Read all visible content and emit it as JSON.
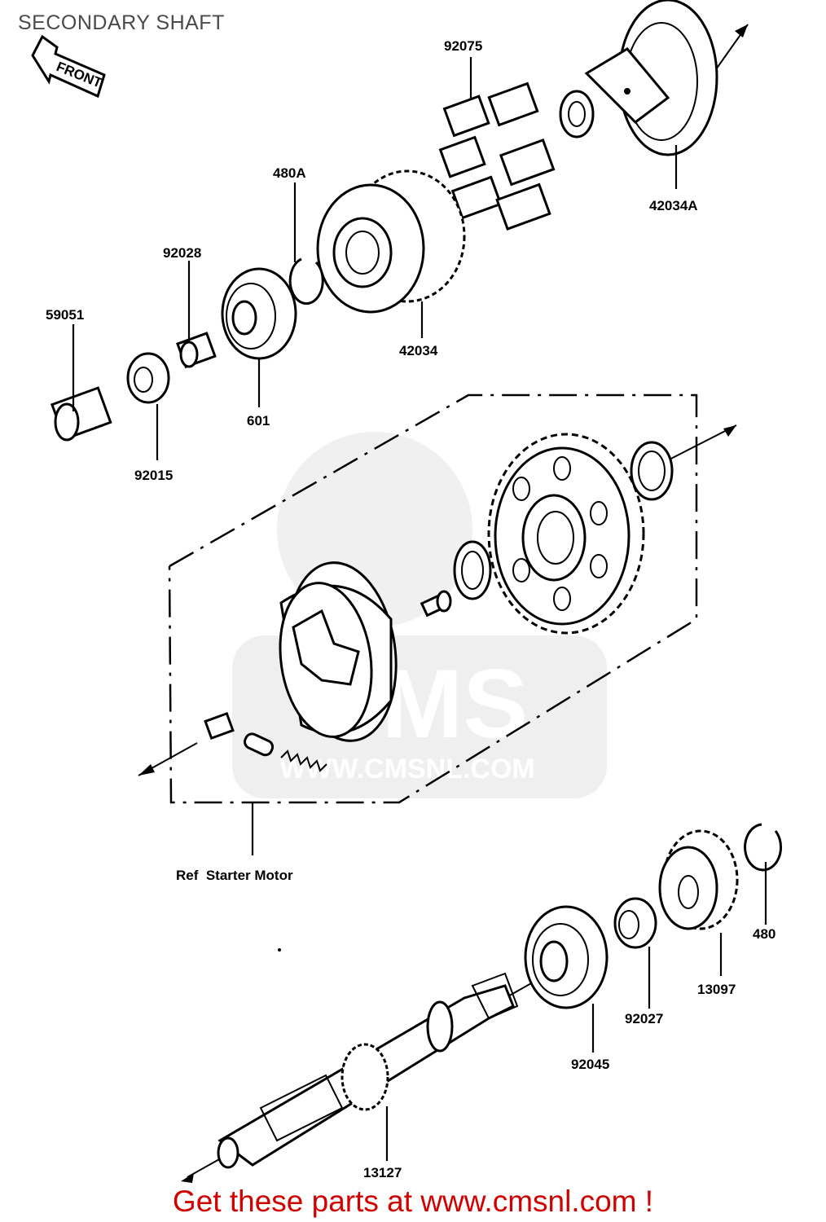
{
  "title": "SECONDARY SHAFT",
  "front_label": "FRONT",
  "watermark": {
    "brand": "CMS",
    "url": "WWW.CMSNL.COM"
  },
  "parts": [
    {
      "id": "92075",
      "label": "92075"
    },
    {
      "id": "42034A",
      "label": "42034A"
    },
    {
      "id": "480A",
      "label": "480A"
    },
    {
      "id": "92028",
      "label": "92028"
    },
    {
      "id": "59051",
      "label": "59051"
    },
    {
      "id": "42034",
      "label": "42034"
    },
    {
      "id": "601",
      "label": "601"
    },
    {
      "id": "92015",
      "label": "92015"
    },
    {
      "id": "480",
      "label": "480"
    },
    {
      "id": "13097",
      "label": "13097"
    },
    {
      "id": "92027",
      "label": "92027"
    },
    {
      "id": "92045",
      "label": "92045"
    },
    {
      "id": "13127",
      "label": "13127"
    }
  ],
  "ref_note": "Ref  Starter Motor",
  "footer": "Get these parts at www.cmsnl.com !"
}
